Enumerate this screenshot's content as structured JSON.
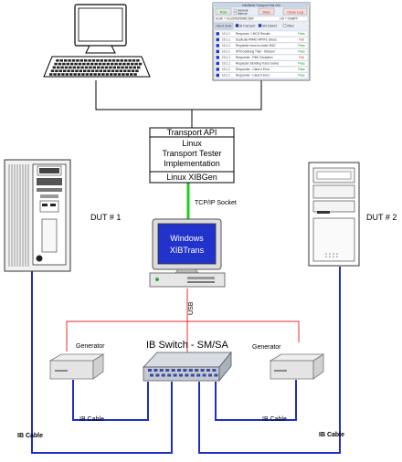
{
  "gui": {
    "title": "InfiniBand Transport Test GUI",
    "run_label": "Run",
    "option_general": "General",
    "option_manual": "Manual",
    "stop_label": "Stop",
    "clear_log_label": "Clear Log",
    "guid_text": "GUID = 0x12345678ABCDEF",
    "lid_text": "LID = 0xABFF",
    "select_suite_label": "Select Suite",
    "suite_transport": "IB Transport",
    "suite_sm_subnet": "SM Subnet",
    "suite_other": "Other",
    "rows": [
      {
        "id": "10.1.1",
        "desc": "Response: 1 MCG Results",
        "status": "Pass"
      },
      {
        "id": "10.1.1",
        "desc": "Duplicate RMAD WRITE Stress",
        "status": "Fail"
      },
      {
        "id": "10.1.1",
        "desc": "Requester must re-match RAD",
        "status": "Pass"
      },
      {
        "id": "10.1.1",
        "desc": "ATM Goldeing Train - Stressor",
        "status": "Pass"
      },
      {
        "id": "10.1.1",
        "desc": "Responder - RMC Exception",
        "status": "Fail"
      },
      {
        "id": "10.1.1",
        "desc": "Requester SEnding Trans Grams",
        "status": "Pass"
      },
      {
        "id": "10.1.1",
        "desc": "Responder - Class 4 Error",
        "status": "Pass"
      },
      {
        "id": "10.1.1",
        "desc": "Responder - Class 5 Error",
        "status": "Pass"
      }
    ]
  },
  "stack": {
    "api_label": "Transport API",
    "impl_line1": "Linux",
    "impl_line2": "Transport Tester",
    "impl_line3": "Implementation",
    "xibgen_label": "Linux XIBGen"
  },
  "tcp_label": "TCP/IP Socket",
  "windows": {
    "line1": "Windows",
    "line2": "XIBTrans"
  },
  "usb_label": "USB",
  "dut1_label": "DUT # 1",
  "dut2_label": "DUT # 2",
  "generator_left": "Generator",
  "generator_right": "Generator",
  "switch_label": "IB Switch - SM/SA",
  "ib_cable_left_inner": "IB Cable",
  "ib_cable_right_inner": "IB Cable",
  "ib_cable_left_outer": "IB Cable",
  "ib_cable_right_outer": "IB Cable",
  "colors": {
    "ib_cable": "#1f2fbf",
    "usb_link": "#e03030",
    "tcp_link": "#22cc22",
    "stack_link": "#000000",
    "screen_blue": "#2233cc",
    "pass": "#1a8a1a",
    "fail": "#cc2222"
  }
}
